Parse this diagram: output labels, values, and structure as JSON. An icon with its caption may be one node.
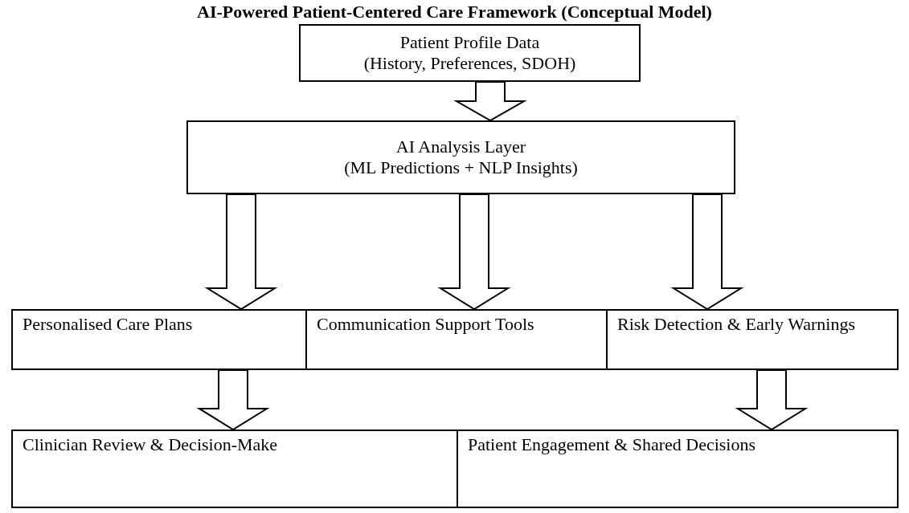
{
  "diagram": {
    "title": "AI-Powered Patient-Centered Care Framework (Conceptual Model)",
    "nodes": [
      {
        "text": [
          "Patient Profile Data",
          "(History, Preferences, SDOH)"
        ]
      },
      {
        "text": [
          "AI Analysis Layer",
          "(ML Predictions + NLP Insights)"
        ]
      },
      {
        "text": [
          "Personalised Care Plans"
        ]
      },
      {
        "text": [
          "Communication Support Tools"
        ]
      },
      {
        "text": [
          "Risk Detection & Early Warnings"
        ]
      },
      {
        "text": [
          "Clinician Review & Decision-Make"
        ]
      },
      {
        "text": [
          "Patient Engagement & Shared Decisions"
        ]
      }
    ],
    "edges": [
      {
        "from": 0,
        "to": 1,
        "arrow": "to"
      },
      {
        "from": 1,
        "to": 2,
        "arrow": "to"
      },
      {
        "from": 1,
        "to": 3,
        "arrow": "to"
      },
      {
        "from": 1,
        "to": 4,
        "arrow": "to"
      },
      {
        "from": 2,
        "to": 5,
        "arrow": "to"
      },
      {
        "from": 4,
        "to": 6,
        "arrow": "to"
      }
    ]
  }
}
